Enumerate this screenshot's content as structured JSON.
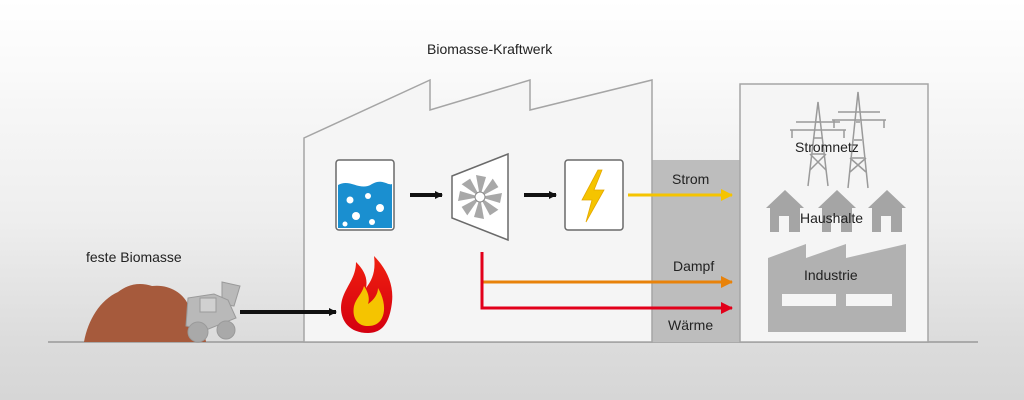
{
  "title": "Biomasse-Kraftwerk",
  "input_label": "feste Biomasse",
  "outputs": {
    "strom": "Strom",
    "dampf": "Dampf",
    "waerme": "Wärme"
  },
  "consumers": {
    "stromnetz": "Stromnetz",
    "haushalte": "Haushalte",
    "industrie": "Industrie"
  },
  "colors": {
    "strom": "#f5c400",
    "dampf": "#e8820a",
    "waerme": "#e2001a",
    "water": "#1a8fd0",
    "building": "#b5b5b5"
  },
  "icons": [
    "boiler-water-icon",
    "turbine-icon",
    "generator-lightning-icon",
    "fire-icon",
    "biomass-pile-icon",
    "wheel-loader-icon",
    "power-pylon-icon",
    "house-icon",
    "factory-icon"
  ]
}
